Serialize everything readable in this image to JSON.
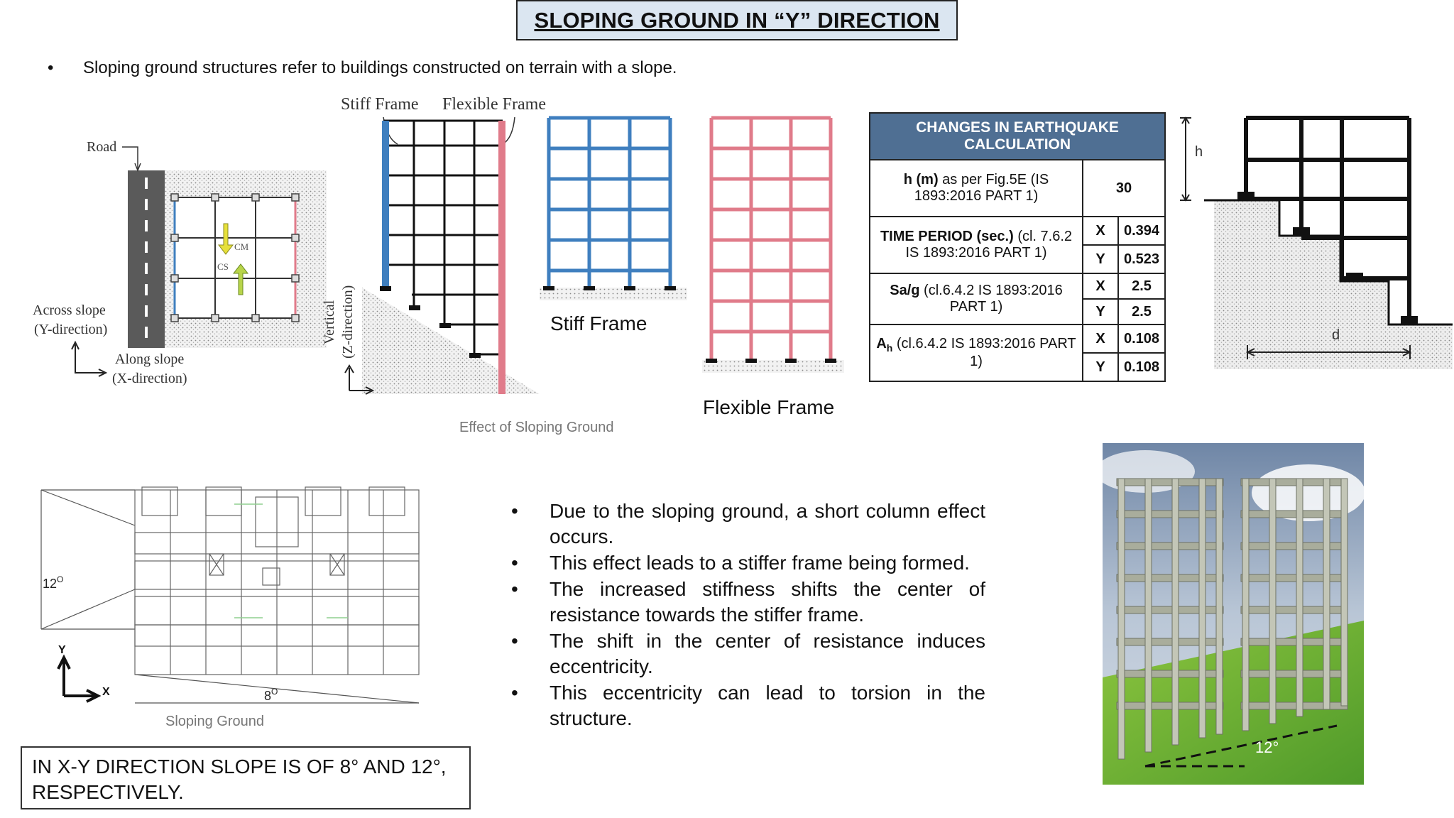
{
  "title": "SLOPING GROUND IN “Y” DIRECTION",
  "intro_bullet": "Sloping ground structures refer to buildings constructed on terrain with a slope.",
  "figure1": {
    "road": "Road",
    "across_slope": "Across slope",
    "y_direction": "(Y-direction)",
    "along_slope": "Along slope",
    "x_direction": "(X-direction)",
    "cm": "CM",
    "cs": "CS",
    "stiff_frame_top": "Stiff Frame",
    "flexible_frame_top": "Flexible  Frame",
    "vertical": "Vertical",
    "z_direction": "(Z-direction)",
    "stiff_frame_label": "Stiff Frame",
    "flexible_frame_label": "Flexible Frame",
    "caption": "Effect of Sloping Ground"
  },
  "table": {
    "header": "CHANGES IN EARTHQUAKE CALCULATION",
    "rows": [
      {
        "label_bold": "h (m)",
        "label_rest": " as per  Fig.5E (IS 1893:2016 PART 1)",
        "value": "30"
      },
      {
        "label_bold": "TIME PERIOD (sec.)",
        "label_rest": "  (cl. 7.6.2 IS 1893:2016 PART 1)",
        "x": "X",
        "xval": "0.394",
        "y": "Y",
        "yval": "0.523"
      },
      {
        "label_bold": "Sa/g",
        "label_rest": " (cl.6.4.2 IS 1893:2016 PART 1)",
        "x": "X",
        "xval": "2.5",
        "y": "Y",
        "yval": "2.5"
      },
      {
        "label_bold": "A",
        "label_sub": "h",
        "label_rest": " (cl.6.4.2 IS 1893:2016 PART 1)",
        "x": "X",
        "xval": "0.108",
        "y": "Y",
        "yval": "0.108"
      }
    ]
  },
  "stepped": {
    "h": "h",
    "d": "d"
  },
  "plan": {
    "angle12": "12",
    "angle8": "8",
    "deg": "O",
    "y": "Y",
    "x": "X",
    "caption": "Sloping Ground"
  },
  "note": "IN X-Y DIRECTION SLOPE IS OF 8° AND 12°, RESPECTIVELY.",
  "bullets": [
    "Due to the sloping ground, a short column effect occurs.",
    "This effect leads to a stiffer frame being formed.",
    "The increased stiffness shifts the center of resistance towards the stiffer frame.",
    "The shift in the center of resistance induces eccentricity.",
    "This eccentricity can lead to torsion in the structure."
  ],
  "render": {
    "angle": "12°"
  },
  "colors": {
    "title_bg": "#dbe6f1",
    "table_header": "#4f6f93",
    "stiff": "#3f7fbf",
    "flexible": "#e07b8a"
  }
}
